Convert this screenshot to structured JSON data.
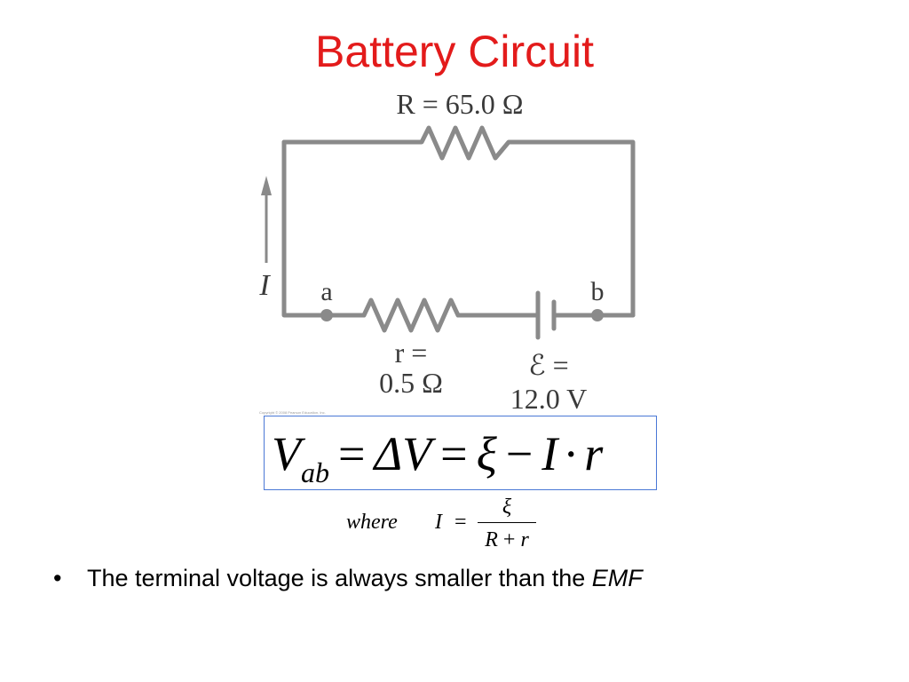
{
  "slide": {
    "title": "Battery Circuit",
    "title_color": "#e31b1b"
  },
  "circuit": {
    "wire_color": "#8a8a8a",
    "label_color": "#3a3a3a",
    "R_label": "R = 65.0 Ω",
    "current_label": "I",
    "node_a": "a",
    "node_b": "b",
    "r_label_line1": "r =",
    "r_label_line2": "0.5 Ω",
    "emf_label_line1": "ℰ =",
    "emf_label_line2": "12.0 V",
    "copyright": "Copyright © 2008 Pearson Education, Inc."
  },
  "equation": {
    "V": "V",
    "ab": "ab",
    "eq1": "=",
    "delta_v": "ΔV",
    "eq2": "=",
    "xi": "ξ",
    "minus": "−",
    "I": "I",
    "dot": "·",
    "r": "r"
  },
  "where": {
    "word": "where",
    "I": "I",
    "eq": "=",
    "numerator": "ξ",
    "den_R": "R",
    "den_plus": "+",
    "den_r": "r"
  },
  "bullets": [
    {
      "dot": "•",
      "text": "The terminal voltage is always smaller than the ",
      "emphasis": "EMF"
    }
  ]
}
